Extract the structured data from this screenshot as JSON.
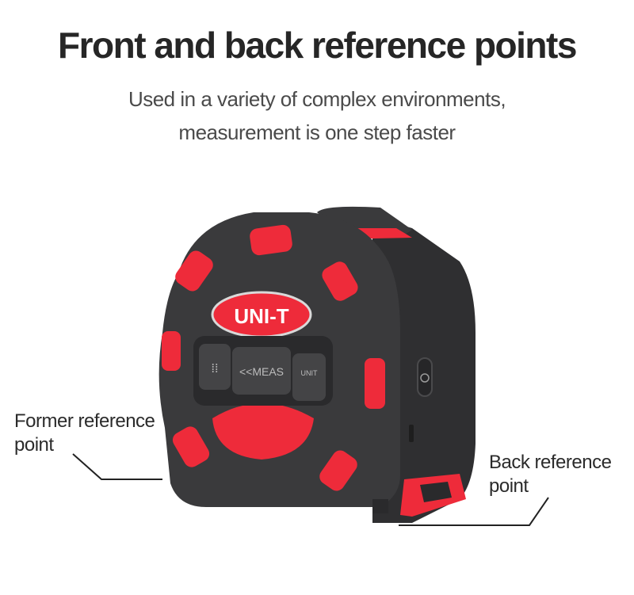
{
  "header": {
    "title": "Front and back reference points",
    "subtitle_line1": "Used in a variety of complex environments,",
    "subtitle_line2": "measurement is one step faster"
  },
  "device": {
    "brand_logo": "UNI-T",
    "buttons": [
      {
        "icon": "hold-icon"
      },
      {
        "label": "<<MEAS"
      },
      {
        "label": "UNIT"
      }
    ],
    "colors": {
      "body": "#3a3a3c",
      "accent": "#ee2b3a"
    }
  },
  "callouts": {
    "front": {
      "line1": "Former reference",
      "line2": "point"
    },
    "back": {
      "line1": "Back reference",
      "line2": "point"
    }
  }
}
